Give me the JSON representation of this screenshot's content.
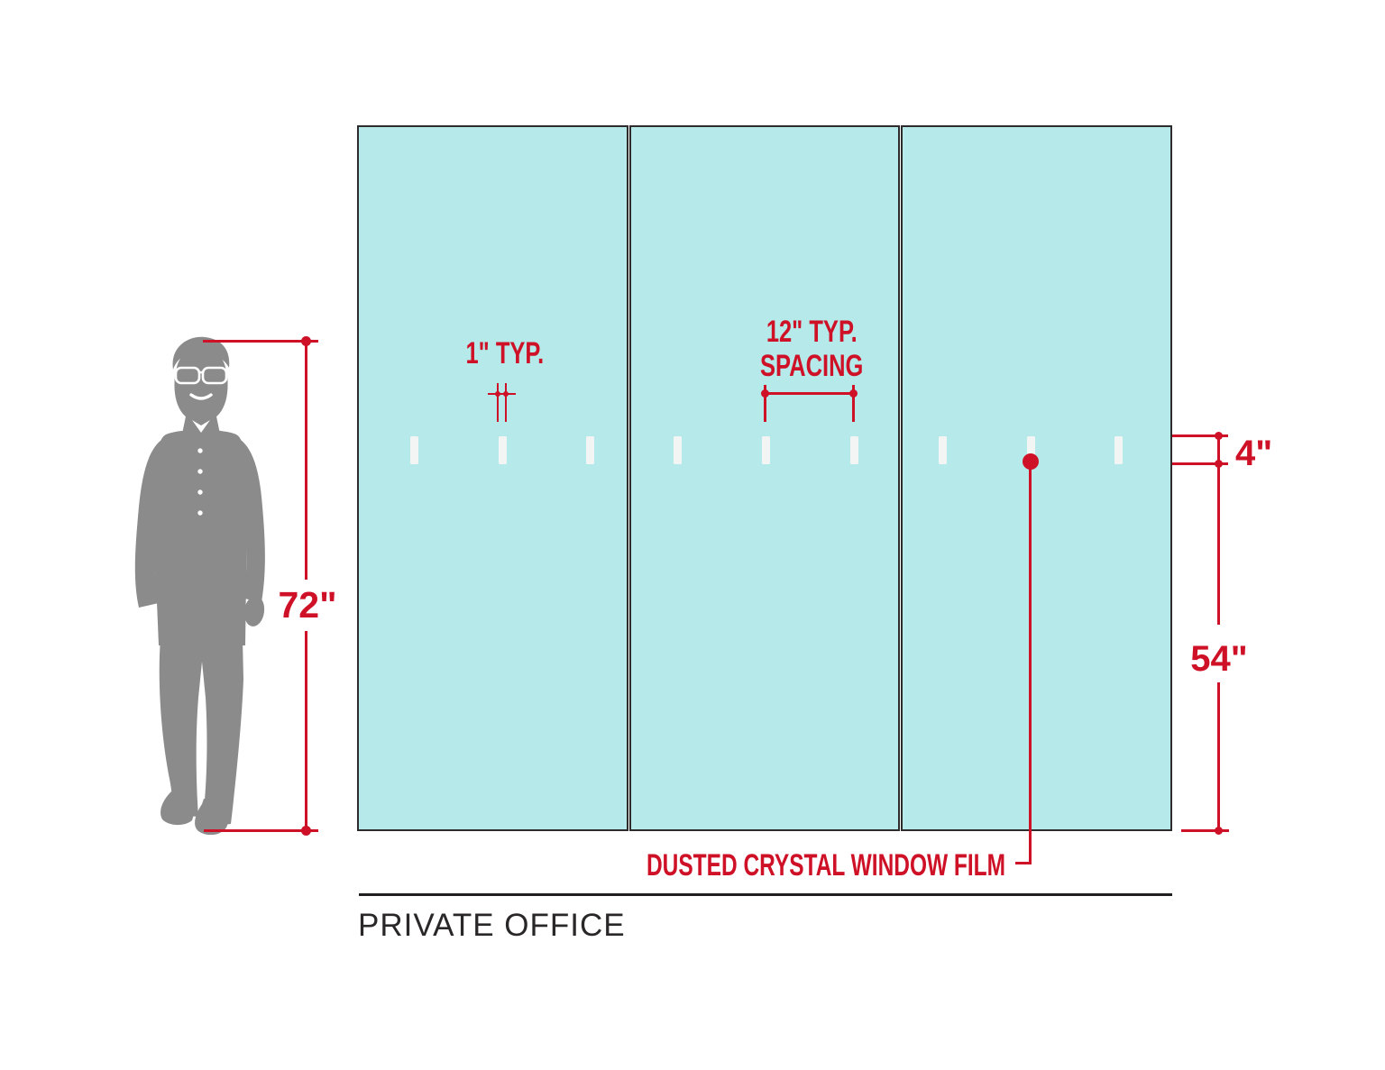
{
  "diagram": {
    "title": "PRIVATE OFFICE",
    "film_callout": "DUSTED CRYSTAL WINDOW FILM",
    "dimensions": {
      "person_height": "72\"",
      "dash_width": "1\" TYP.",
      "dash_spacing_line1": "12\" TYP.",
      "dash_spacing_line2": "SPACING",
      "film_band_height": "4\"",
      "film_band_to_floor": "54\""
    },
    "wall": {
      "panel_count": 3,
      "film_dash_count": 9
    },
    "colors": {
      "glass": "#b6e9ea",
      "frame": "#2e2b2c",
      "annotation_red": "#ce1126",
      "silhouette_gray": "#8b8b8b",
      "dash_white": "#f2f5f4",
      "text_dark": "#2a2728"
    }
  }
}
